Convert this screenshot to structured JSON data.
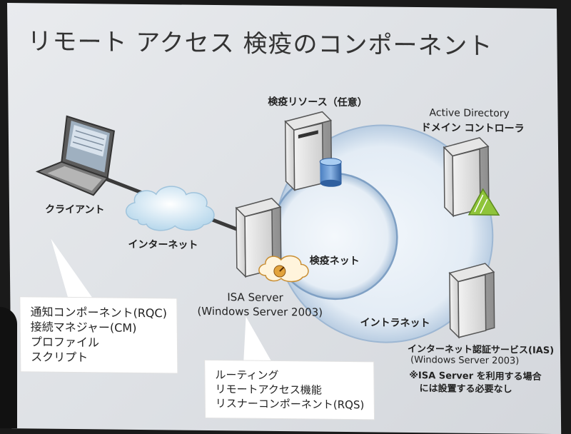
{
  "title": "リモート アクセス 検疫のコンポーネント",
  "labels": {
    "client": "クライアント",
    "internet": "インターネット",
    "quarantine_resource": "検疫リソース（任意）",
    "ad_line1": "Active Directory",
    "ad_line2": "ドメイン コントローラ",
    "quarantine_net": "検疫ネット",
    "intranet": "イントラネット",
    "isa_line1": "ISA Server",
    "isa_line2": "(Windows Server 2003)",
    "ias_line1": "インターネット認証サービス(IAS)",
    "ias_line2": "(Windows Server 2003)",
    "ias_line3": "※ISA Server を利用する場合",
    "ias_line4": "には設置する必要なし"
  },
  "client_callout": [
    "通知コンポーネント(RQC)",
    "接続マネジャー(CM)",
    "プロファイル",
    "スクリプト"
  ],
  "isa_callout": [
    "ルーティング",
    "リモートアクセス機能",
    "リスナーコンポーネント(RQS)"
  ]
}
